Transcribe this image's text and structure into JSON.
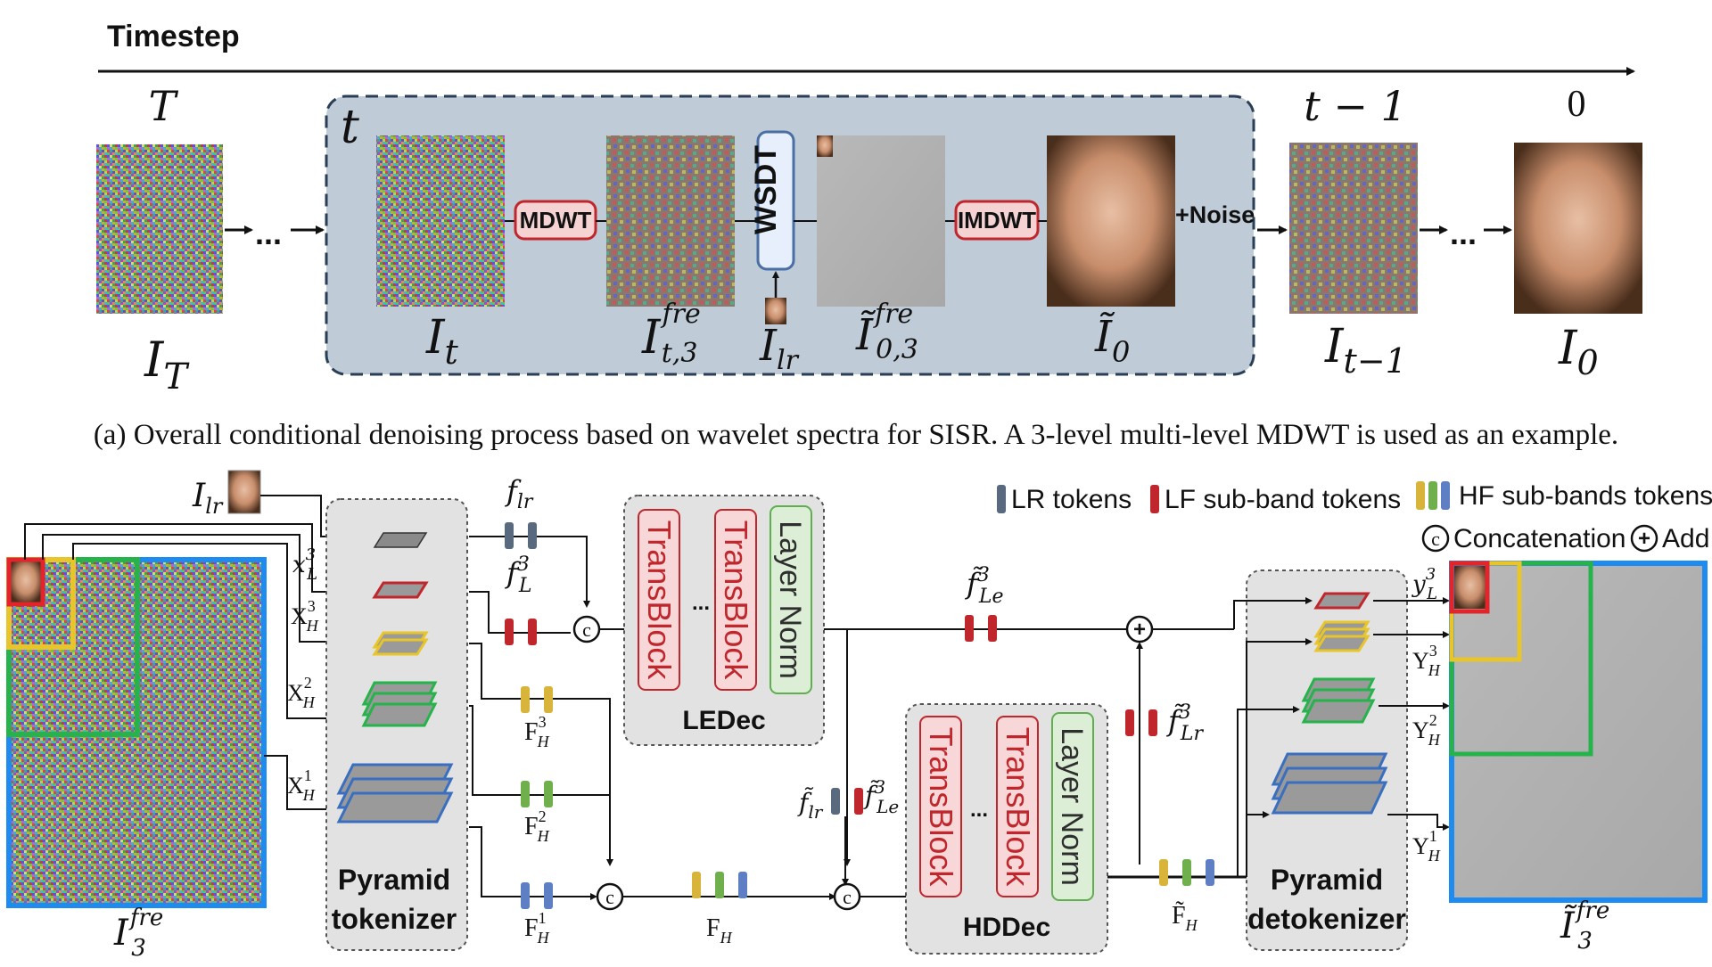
{
  "timeline": {
    "title": "Timestep"
  },
  "stages": {
    "T": "T",
    "t": "t",
    "tm1": "t − 1",
    "zero": "0",
    "dots": "..."
  },
  "labels": {
    "I_T": "I",
    "I_T_sub": "T",
    "I_t": "I",
    "I_t_sub": "t",
    "I_fre": "I",
    "I_fre_sup": "fre",
    "I_fre_sub": "t,3",
    "I_lr": "I",
    "I_lr_sub": "lr",
    "I_tilde": "Ĩ",
    "I_tilde_sup": "fre",
    "I_tilde_sub": "0,3",
    "I0t": "Ĩ",
    "I0t_sub": "0",
    "Itm1": "I",
    "Itm1_sub": "t−1",
    "I0": "I",
    "I0_sub": "0"
  },
  "ops": {
    "mdwt": "MDWT",
    "wsdt": "WSDT",
    "imdwt": "IMDWT",
    "noise": "+Noise"
  },
  "caption": "(a) Overall conditional denoising process based on wavelet spectra for SISR. A 3-level multi-level MDWT is used as an example.",
  "legend": {
    "lr": "LR tokens",
    "lf": "LF sub-band tokens",
    "hf": "HF sub-bands tokens",
    "concat": "Concatenation",
    "add": "Add",
    "concat_sym": "c",
    "add_sym": "+"
  },
  "blocks": {
    "transblock": "TransBlock",
    "layernorm": "Layer Norm",
    "dots": "...",
    "ledec": "LEDec",
    "hddec": "HDDec",
    "tokenizer_1": "Pyramid",
    "tokenizer_2": "tokenizer",
    "detok_1": "Pyramid",
    "detok_2": "detokenizer"
  },
  "inputs": {
    "Ilr": "I",
    "Ilr_sub": "lr",
    "xL3": "x",
    "xL3_sup": "3",
    "xL3_sub": "L",
    "XH3": "X",
    "XH3_sup": "3",
    "XH3_sub": "H",
    "XH2": "X",
    "XH2_sup": "2",
    "XH2_sub": "H",
    "XH1": "X",
    "XH1_sup": "1",
    "XH1_sub": "H",
    "I3fre": "I",
    "I3fre_sup": "fre",
    "I3fre_sub": "3"
  },
  "tokens": {
    "flr": "f",
    "flr_sub": "lr",
    "fL3": "f",
    "fL3_sup": "3",
    "fL3_sub": "L",
    "FH3": "F",
    "FH3_sup": "3",
    "FH3_sub": "H",
    "FH2": "F",
    "FH2_sup": "2",
    "FH2_sub": "H",
    "FH1": "F",
    "FH1_sup": "1",
    "FH1_sub": "H",
    "FH": "F",
    "FH_sub": "H",
    "fLe3": "f̃",
    "fLe3_sup": "3",
    "fLe3_sub": "Le",
    "fLr3": "f̃",
    "fLr3_sup": "3",
    "fLr3_sub": "Lr",
    "flrt": "f̃",
    "flrt_sub": "lr",
    "fLe3b": "f̃",
    "fLe3b_sup": "3",
    "fLe3b_sub": "Le",
    "FHt": "F̃",
    "FHt_sub": "H"
  },
  "outputs": {
    "yL3": "y",
    "yL3_sup": "3",
    "yL3_sub": "L",
    "YH3": "Y",
    "YH3_sup": "3",
    "YH3_sub": "H",
    "YH2": "Y",
    "YH2_sup": "2",
    "YH2_sub": "H",
    "YH1": "Y",
    "YH1_sup": "1",
    "YH1_sub": "H",
    "I3t": "Ĩ",
    "I3t_sup": "fre",
    "I3t_sub": "3"
  },
  "colors": {
    "panel": "#bfcbd6",
    "op_fill": "#f6d3d3",
    "op_stroke": "#c0272d",
    "wsdt_fill": "#e6effb",
    "wsdt_stroke": "#4a6fa5",
    "lr_token": "#596a7e",
    "lf_token": "#c0272d",
    "hf_yellow": "#d9b43a",
    "hf_green": "#6fb04c",
    "hf_blue": "#5e7fc4",
    "frame_red": "#e4242b",
    "frame_yellow": "#e8c52a",
    "frame_green": "#27b34b",
    "frame_blue": "#1e8bf0",
    "tb_fill": "#f7d7d8",
    "ln_fill": "#dcefd6",
    "ln_stroke": "#5fae4f",
    "dec_fill": "#e2e2e2"
  }
}
